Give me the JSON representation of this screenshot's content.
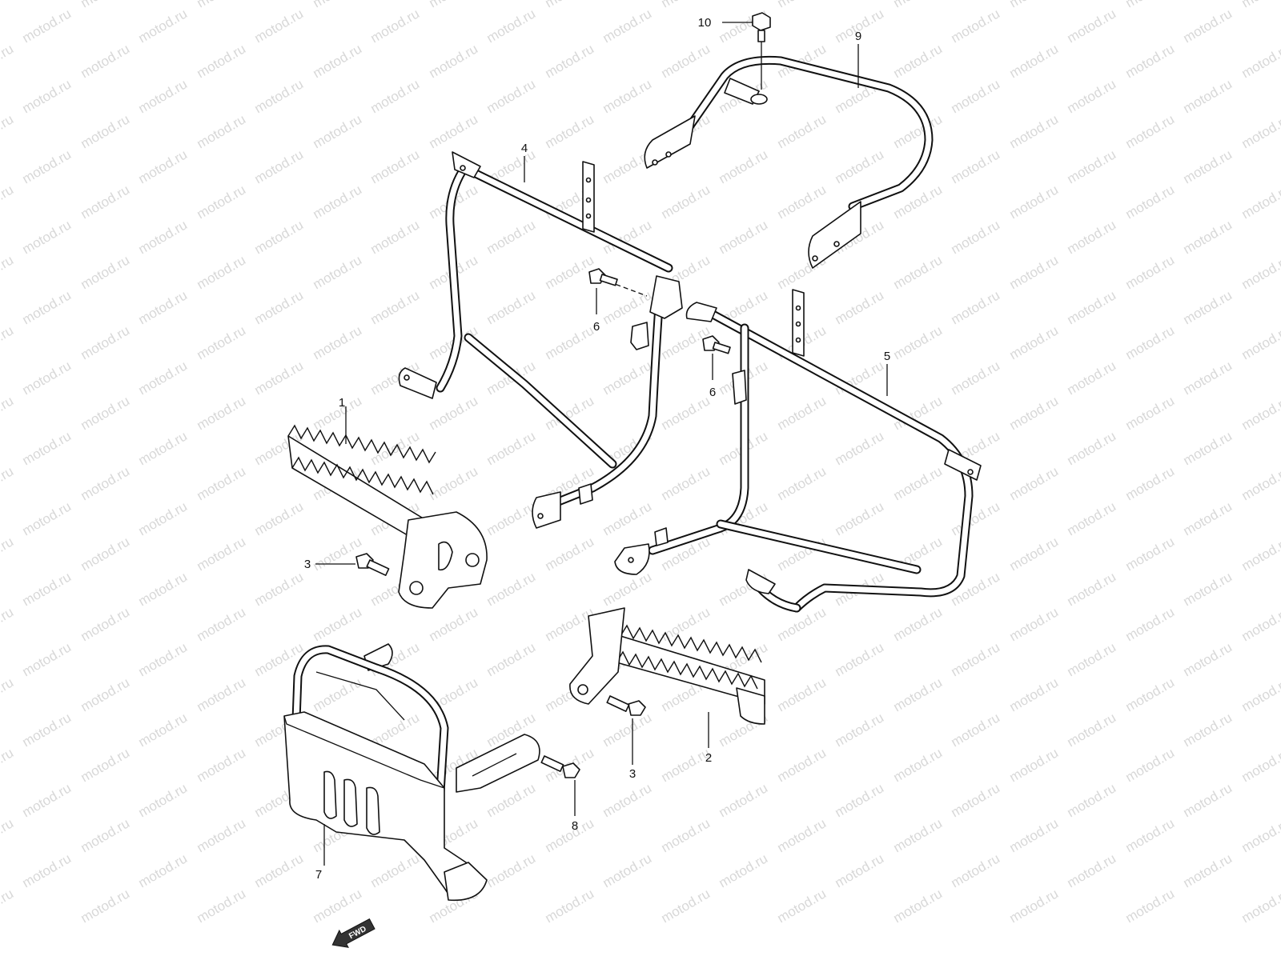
{
  "watermark": {
    "text": "motod.ru"
  },
  "fwd_arrow": {
    "text": "FWD"
  },
  "callouts": [
    {
      "num": "1"
    },
    {
      "num": "2"
    },
    {
      "num": "3"
    },
    {
      "num": "3"
    },
    {
      "num": "4"
    },
    {
      "num": "5"
    },
    {
      "num": "6"
    },
    {
      "num": "6"
    },
    {
      "num": "7"
    },
    {
      "num": "8"
    },
    {
      "num": "9"
    },
    {
      "num": "10"
    }
  ],
  "colors": {
    "line": "#111111",
    "watermark": "#d8d8d8",
    "background": "#ffffff"
  }
}
